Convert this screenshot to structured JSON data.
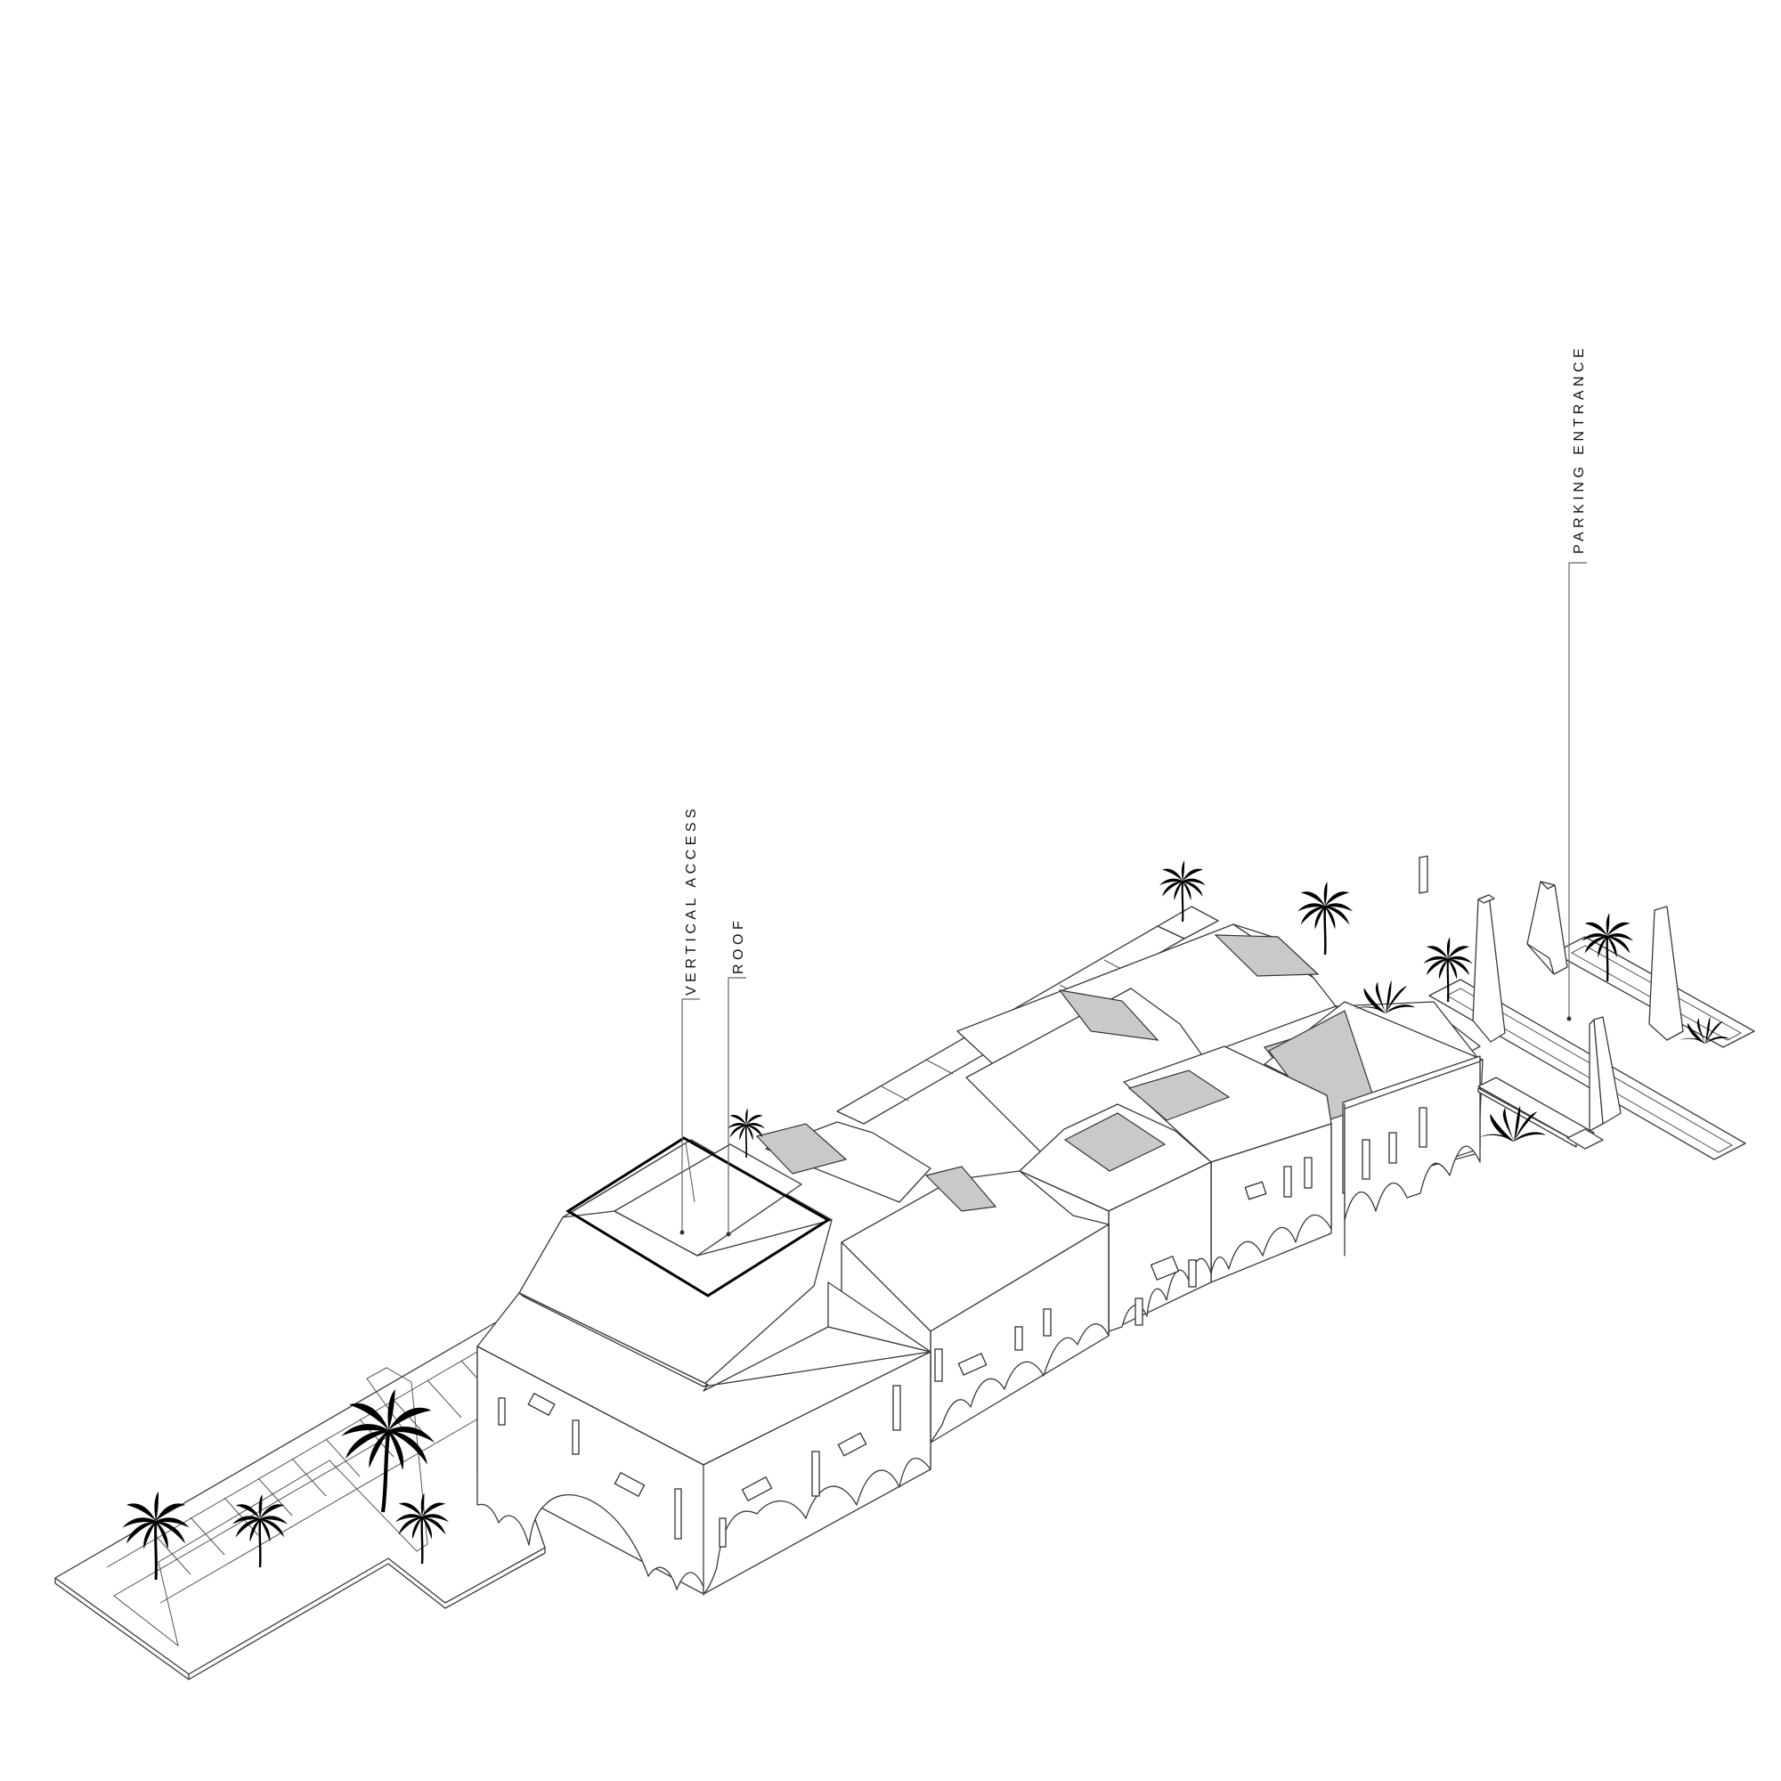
{
  "annotations": {
    "vertical_access": "VERTICAL ACCESS",
    "roof": "ROOF",
    "parking_entrance": "PARKING ENTRANCE"
  },
  "colors": {
    "line": "#3a3a3a",
    "skylight": "#c9c9c9",
    "highlight": "#000000",
    "background": "#ffffff"
  }
}
